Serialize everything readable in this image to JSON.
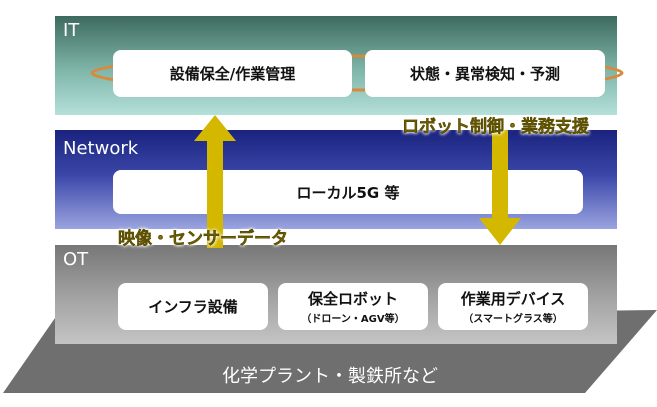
{
  "it": {
    "label": "IT",
    "boxes": [
      "設備保全/作業管理",
      "状態・異常検知・予測"
    ]
  },
  "network": {
    "label": "Network",
    "box": "ローカル5G 等"
  },
  "ot": {
    "label": "OT",
    "boxes": [
      {
        "title": "インフラ設備",
        "sub": ""
      },
      {
        "title": "保全ロボット",
        "sub": "（ドローン・AGV等）"
      },
      {
        "title": "作業用デバイス",
        "sub": "（スマートグラス等）"
      }
    ]
  },
  "floor": {
    "label": "化学プラント・製鉄所など"
  },
  "flows": {
    "up_label": "映像・センサーデータ",
    "down_label": "ロボット制御・業務支援"
  },
  "colors": {
    "arrow": "#d4b800",
    "ring": "#d88a3a"
  }
}
